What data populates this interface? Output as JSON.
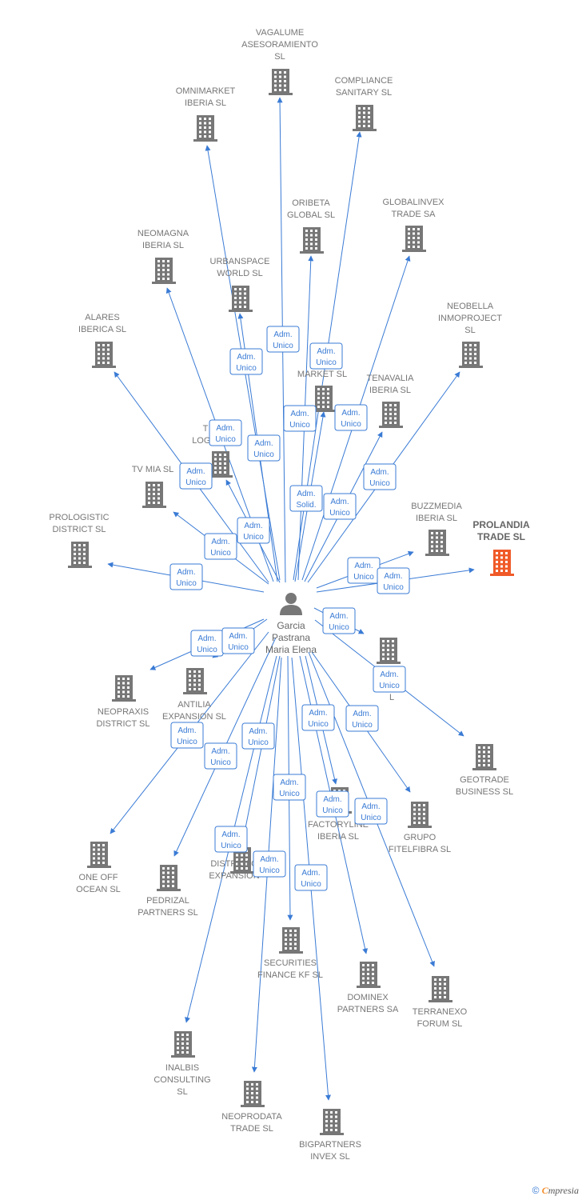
{
  "colors": {
    "edge": "#3a7bd5",
    "building": "#777777",
    "highlight": "#f05a28",
    "person": "#777777"
  },
  "center": {
    "name_lines": [
      "Garcia",
      "Pastrana",
      "Maria Elena"
    ],
    "icon": "person-icon"
  },
  "companies": [
    {
      "id": "vagalume",
      "lines": [
        "VAGALUME",
        "ASESORAMIENTO",
        "SL"
      ],
      "role": [
        "Adm.",
        "Unico"
      ]
    },
    {
      "id": "omnimarket",
      "lines": [
        "OMNIMARKET",
        "IBERIA SL"
      ],
      "role": [
        "Adm.",
        "Unico"
      ]
    },
    {
      "id": "compliance",
      "lines": [
        "COMPLIANCE",
        "SANITARY SL"
      ],
      "role": [
        "Adm.",
        "Unico"
      ]
    },
    {
      "id": "oribeta",
      "lines": [
        "ORIBETA",
        "GLOBAL SL"
      ],
      "role": [
        "Adm.",
        "Unico"
      ]
    },
    {
      "id": "globalinvex",
      "lines": [
        "GLOBALINVEX",
        "TRADE SA"
      ],
      "role": [
        "Adm.",
        "Unico"
      ]
    },
    {
      "id": "neomagna",
      "lines": [
        "NEOMAGNA",
        "IBERIA SL"
      ],
      "role": [
        "Adm.",
        "Unico"
      ]
    },
    {
      "id": "urbanspace",
      "lines": [
        "URBANSPACE",
        "WORLD SL"
      ],
      "role": [
        "Adm.",
        "Unico"
      ]
    },
    {
      "id": "neobella",
      "lines": [
        "NEOBELLA",
        "INMOPROJECT",
        "SL"
      ],
      "role": [
        "Adm.",
        "Unico"
      ]
    },
    {
      "id": "alares",
      "lines": [
        "ALARES",
        "IBERICA SL"
      ],
      "role": [
        "Adm.",
        "Unico"
      ]
    },
    {
      "id": "market",
      "lines": [
        "MA",
        "MARKET SL"
      ],
      "role": [
        "Adm.",
        "Solid."
      ]
    },
    {
      "id": "tenavalia",
      "lines": [
        "TENAVALIA",
        "IBERIA SL"
      ],
      "role": [
        "Adm.",
        "Unico"
      ]
    },
    {
      "id": "logistic",
      "lines": [
        "T",
        "LOGIS"
      ],
      "role": [
        "Adm.",
        "Unico"
      ]
    },
    {
      "id": "tvmia",
      "lines": [
        "TV MIA SL"
      ],
      "role": [
        "Adm.",
        "Unico"
      ]
    },
    {
      "id": "buzzmedia",
      "lines": [
        "BUZZMEDIA",
        "IBERIA SL"
      ],
      "role": [
        "Adm.",
        "Unico"
      ]
    },
    {
      "id": "prolandia",
      "lines": [
        "PROLANDIA",
        "TRADE SL"
      ],
      "role": [
        "Adm.",
        "Unico"
      ],
      "highlight": true
    },
    {
      "id": "prologistic",
      "lines": [
        "PROLOGISTIC",
        "DISTRICT SL"
      ],
      "role": [
        "Adm.",
        "Unico"
      ]
    },
    {
      "id": "sy",
      "lines": [
        "SY",
        "L"
      ],
      "role": [
        "Adm.",
        "Unico"
      ]
    },
    {
      "id": "neopraxis",
      "lines": [
        "NEOPRAXIS",
        "DISTRICT SL"
      ],
      "role": [
        "Adm.",
        "Unico"
      ]
    },
    {
      "id": "antilia",
      "lines": [
        "ANTILIA",
        "EXPANSION SL"
      ],
      "role": [
        "Adm.",
        "Unico"
      ]
    },
    {
      "id": "geotrade",
      "lines": [
        "GEOTRADE",
        "BUSINESS SL"
      ],
      "role": [
        "Adm.",
        "Unico"
      ]
    },
    {
      "id": "oneoff",
      "lines": [
        "ONE OFF",
        "OCEAN SL"
      ],
      "role": [
        "Adm.",
        "Unico"
      ]
    },
    {
      "id": "pedrizal",
      "lines": [
        "PEDRIZAL",
        "PARTNERS SL"
      ],
      "role": [
        "Adm.",
        "Unico"
      ]
    },
    {
      "id": "distriglo",
      "lines": [
        "DISTRIGLO",
        "EXPANSION"
      ],
      "role": [
        "Adm.",
        "Unico"
      ]
    },
    {
      "id": "factoryline",
      "lines": [
        "FACTORYLINE",
        "IBERIA SL"
      ],
      "role": [
        "Adm.",
        "Unico"
      ]
    },
    {
      "id": "grupo",
      "lines": [
        "GRUPO",
        "FITELFIBRA SL"
      ],
      "role": [
        "Adm.",
        "Unico"
      ]
    },
    {
      "id": "securities",
      "lines": [
        "SECURITIES",
        "FINANCE KF SL"
      ],
      "role": [
        "Adm.",
        "Unico"
      ]
    },
    {
      "id": "dominex",
      "lines": [
        "DOMINEX",
        "PARTNERS SA"
      ],
      "role": [
        "Adm.",
        "Unico"
      ]
    },
    {
      "id": "terranexo",
      "lines": [
        "TERRANEXO",
        "FORUM SL"
      ],
      "role": [
        "Adm.",
        "Unico"
      ]
    },
    {
      "id": "inalbis",
      "lines": [
        "INALBIS",
        "CONSULTING",
        "SL"
      ],
      "role": [
        "Adm.",
        "Unico"
      ]
    },
    {
      "id": "neoprodata",
      "lines": [
        "NEOPRODATA",
        "TRADE SL"
      ],
      "role": [
        "Adm.",
        "Unico"
      ]
    },
    {
      "id": "bigpartners",
      "lines": [
        "BIGPARTNERS",
        "INVEX SL"
      ],
      "role": [
        "Adm.",
        "Unico"
      ]
    }
  ],
  "footer": {
    "symbol": "©",
    "brand_initial": "C",
    "brand_rest": "mpresia"
  }
}
